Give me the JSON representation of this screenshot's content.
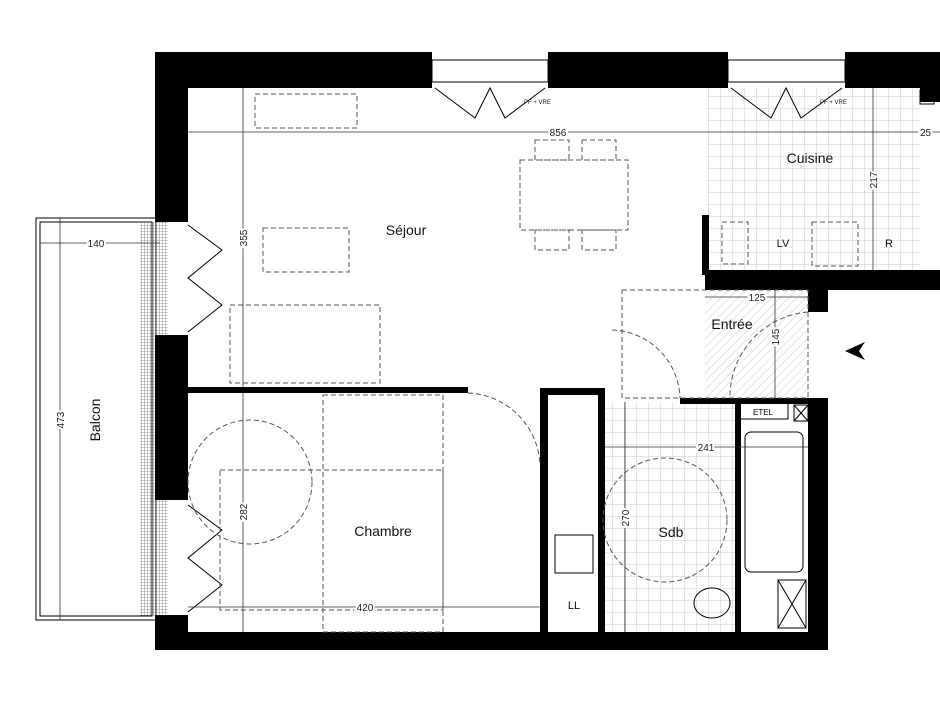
{
  "rooms": {
    "sejour": "Séjour",
    "cuisine": "Cuisine",
    "entree": "Entrée",
    "chambre": "Chambre",
    "sdb": "Sdb",
    "balcon": "Balcon"
  },
  "fixtures": {
    "lv": "LV",
    "r": "R",
    "etel": "ETEL",
    "ll": "LL",
    "window": "PF + VRE"
  },
  "dimensions": {
    "sejour_width": "856",
    "kitchen_wall": "25",
    "sejour_depth": "355",
    "kitchen_depth": "217",
    "balcony_width": "140",
    "balcony_length": "473",
    "chambre_depth": "282",
    "chambre_width": "420",
    "sdb_width": "241",
    "sdb_depth": "270",
    "entree_width": "125",
    "entree_depth": "145"
  },
  "colors": {
    "wall": "#000000",
    "line": "#555555"
  },
  "icons": [
    "entrance-arrow-icon"
  ]
}
